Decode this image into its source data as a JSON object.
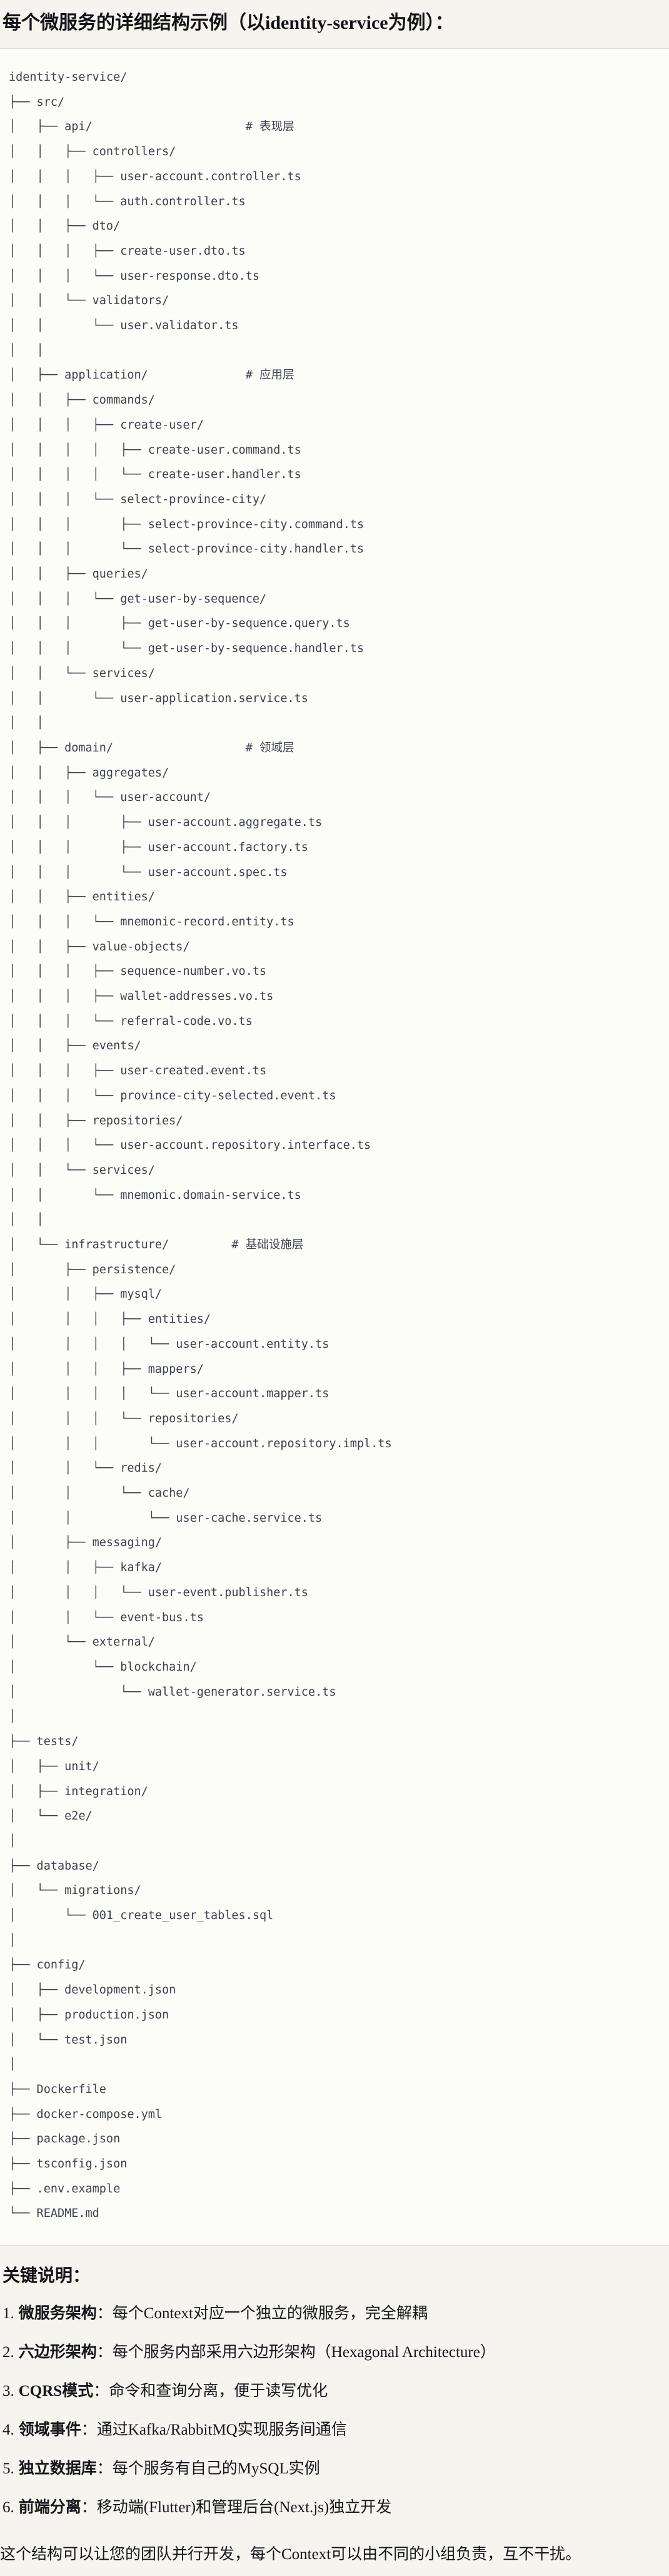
{
  "page": {
    "title": "每个微服务的详细结构示例（以identity-service为例）："
  },
  "tree": {
    "lines": [
      "identity-service/",
      "├── src/",
      "│   ├── api/                      # 表现层",
      "│   │   ├── controllers/",
      "│   │   │   ├── user-account.controller.ts",
      "│   │   │   └── auth.controller.ts",
      "│   │   ├── dto/",
      "│   │   │   ├── create-user.dto.ts",
      "│   │   │   └── user-response.dto.ts",
      "│   │   └── validators/",
      "│   │       └── user.validator.ts",
      "│   │",
      "│   ├── application/              # 应用层",
      "│   │   ├── commands/",
      "│   │   │   ├── create-user/",
      "│   │   │   │   ├── create-user.command.ts",
      "│   │   │   │   └── create-user.handler.ts",
      "│   │   │   └── select-province-city/",
      "│   │   │       ├── select-province-city.command.ts",
      "│   │   │       └── select-province-city.handler.ts",
      "│   │   ├── queries/",
      "│   │   │   └── get-user-by-sequence/",
      "│   │   │       ├── get-user-by-sequence.query.ts",
      "│   │   │       └── get-user-by-sequence.handler.ts",
      "│   │   └── services/",
      "│   │       └── user-application.service.ts",
      "│   │",
      "│   ├── domain/                   # 领域层",
      "│   │   ├── aggregates/",
      "│   │   │   └── user-account/",
      "│   │   │       ├── user-account.aggregate.ts",
      "│   │   │       ├── user-account.factory.ts",
      "│   │   │       └── user-account.spec.ts",
      "│   │   ├── entities/",
      "│   │   │   └── mnemonic-record.entity.ts",
      "│   │   ├── value-objects/",
      "│   │   │   ├── sequence-number.vo.ts",
      "│   │   │   ├── wallet-addresses.vo.ts",
      "│   │   │   └── referral-code.vo.ts",
      "│   │   ├── events/",
      "│   │   │   ├── user-created.event.ts",
      "│   │   │   └── province-city-selected.event.ts",
      "│   │   ├── repositories/",
      "│   │   │   └── user-account.repository.interface.ts",
      "│   │   └── services/",
      "│   │       └── mnemonic.domain-service.ts",
      "│   │",
      "│   └── infrastructure/         # 基础设施层",
      "│       ├── persistence/",
      "│       │   ├── mysql/",
      "│       │   │   ├── entities/",
      "│       │   │   │   └── user-account.entity.ts",
      "│       │   │   ├── mappers/",
      "│       │   │   │   └── user-account.mapper.ts",
      "│       │   │   └── repositories/",
      "│       │   │       └── user-account.repository.impl.ts",
      "│       │   └── redis/",
      "│       │       └── cache/",
      "│       │           └── user-cache.service.ts",
      "│       ├── messaging/",
      "│       │   ├── kafka/",
      "│       │   │   └── user-event.publisher.ts",
      "│       │   └── event-bus.ts",
      "│       └── external/",
      "│           └── blockchain/",
      "│               └── wallet-generator.service.ts",
      "│",
      "├── tests/",
      "│   ├── unit/",
      "│   ├── integration/",
      "│   └── e2e/",
      "│",
      "├── database/",
      "│   └── migrations/",
      "│       └── 001_create_user_tables.sql",
      "│",
      "├── config/",
      "│   ├── development.json",
      "│   ├── production.json",
      "│   └── test.json",
      "│",
      "├── Dockerfile",
      "├── docker-compose.yml",
      "├── package.json",
      "├── tsconfig.json",
      "├── .env.example",
      "└── README.md"
    ]
  },
  "key_notes": {
    "heading": "关键说明：",
    "items": [
      {
        "num": "1.",
        "label": "微服务架构",
        "text": "：每个Context对应一个独立的微服务，完全解耦"
      },
      {
        "num": "2.",
        "label": "六边形架构",
        "text": "：每个服务内部采用六边形架构（Hexagonal Architecture）"
      },
      {
        "num": "3.",
        "label": "CQRS模式",
        "text": "：命令和查询分离，便于读写优化"
      },
      {
        "num": "4.",
        "label": "领域事件",
        "text": "：通过Kafka/RabbitMQ实现服务间通信"
      },
      {
        "num": "5.",
        "label": "独立数据库",
        "text": "：每个服务有自己的MySQL实例"
      },
      {
        "num": "6.",
        "label": "前端分离",
        "text": "：移动端(Flutter)和管理后台(Next.js)独立开发"
      }
    ],
    "footer": "这个结构可以让您的团队并行开发，每个Context可以由不同的小组负责，互不干扰。"
  }
}
